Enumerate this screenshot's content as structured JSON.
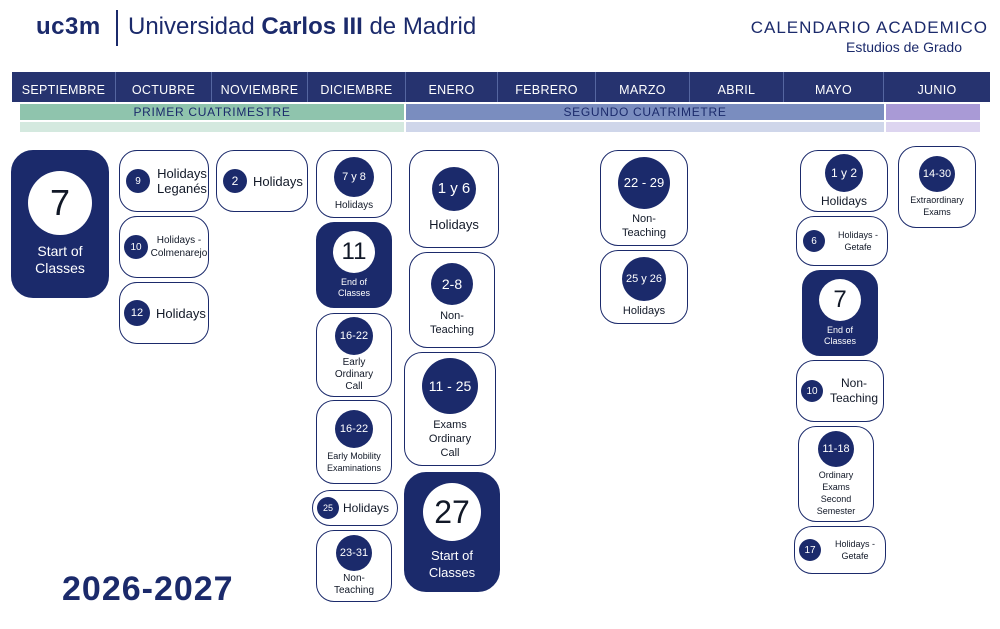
{
  "header": {
    "logo_short": "uc3m",
    "univ_pre": "Universidad ",
    "univ_bold": "Carlos III",
    "univ_post": " de Madrid",
    "cal_title": "CALENDARIO ACADEMICO",
    "cal_sub": "Estudios de Grado"
  },
  "months": [
    "SEPTIEMBRE",
    "OCTUBRE",
    "NOVIEMBRE",
    "DICIEMBRE",
    "ENERO",
    "FEBRERO",
    "MARZO",
    "ABRIL",
    "MAYO",
    "JUNIO"
  ],
  "semesters": {
    "first": "PRIMER CUATRIMESTRE",
    "second": "SEGUNDO CUATRIMETRE"
  },
  "colors": {
    "navy": "#1b2a6b",
    "first_sem": "#8fc4ad",
    "second_sem": "#7a8dbf",
    "june": "#a99ad6"
  },
  "events": {
    "sep_start": {
      "day": "7",
      "label": "Start of Classes"
    },
    "oct_9": {
      "day": "9",
      "label": "Holidays Leganés"
    },
    "oct_10": {
      "day": "10",
      "label": "Holidays - Colmenarejo"
    },
    "oct_12": {
      "day": "12",
      "label": "Holidays"
    },
    "nov_2": {
      "day": "2",
      "label": "Holidays"
    },
    "dec_7_8": {
      "day": "7 y 8",
      "label": "Holidays"
    },
    "dec_end": {
      "day": "11",
      "label": "End of Classes"
    },
    "dec_early": {
      "day": "16-22",
      "label": "Early Ordinary Call"
    },
    "dec_mobility": {
      "day": "16-22",
      "label": "Early Mobility Examinations"
    },
    "dec_25": {
      "day": "25",
      "label": "Holidays"
    },
    "dec_non": {
      "day": "23-31",
      "label": "Non-Teaching"
    },
    "jan_hol": {
      "day": "1 y 6",
      "label": "Holidays"
    },
    "jan_non": {
      "day": "2-8",
      "label": "Non-Teaching"
    },
    "jan_exams": {
      "day": "11 - 25",
      "label": "Exams Ordinary Call"
    },
    "jan_start": {
      "day": "27",
      "label": "Start of Classes"
    },
    "mar_non": {
      "day": "22 - 29",
      "label": "Non-Teaching"
    },
    "mar_hol": {
      "day": "25 y 26",
      "label": "Holidays"
    },
    "may_hol": {
      "day": "1 y 2",
      "label": "Holidays"
    },
    "may_6": {
      "day": "6",
      "label": "Holidays - Getafe"
    },
    "may_end": {
      "day": "7",
      "label": "End of Classes"
    },
    "may_10": {
      "day": "10",
      "label": "Non-Teaching"
    },
    "may_exams": {
      "day": "11-18",
      "label": "Ordinary Exams Second Semester"
    },
    "may_17": {
      "day": "17",
      "label": "Holidays - Getafe"
    },
    "jun_extra": {
      "day": "14-30",
      "label": "Extraordinary Exams"
    }
  },
  "year": "2026-2027"
}
